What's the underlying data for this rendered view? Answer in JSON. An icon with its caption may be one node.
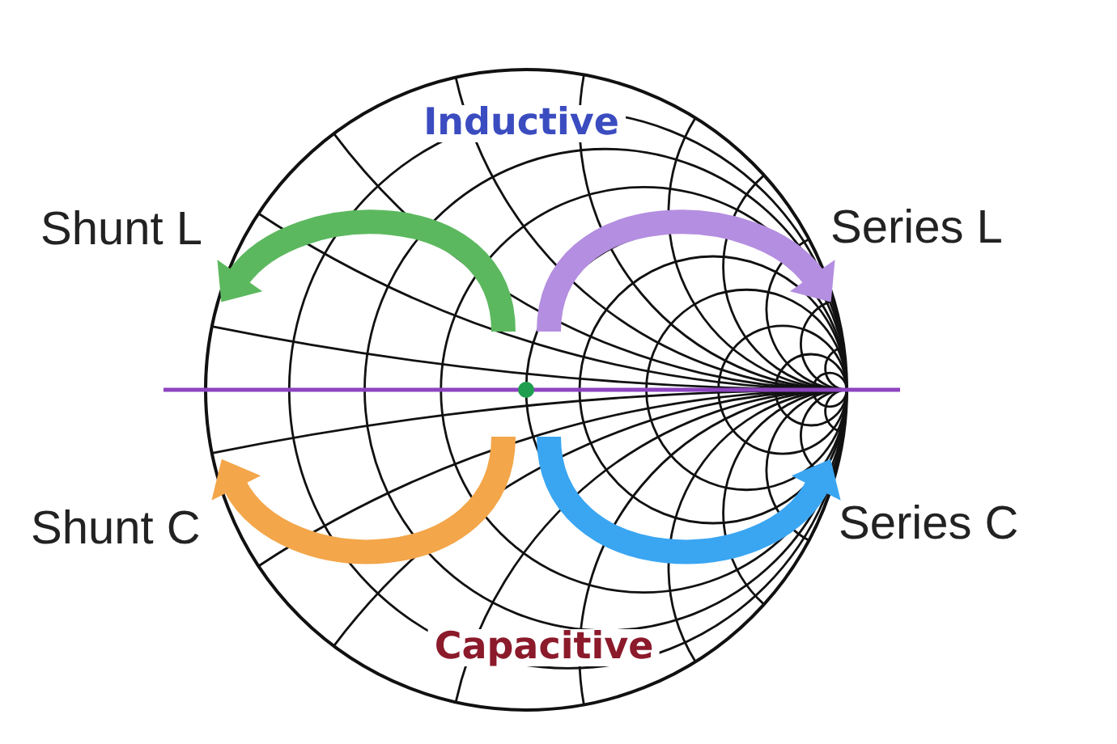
{
  "diagram": {
    "labels": [
      "Inductive",
      "Shunt L",
      "Series L",
      "Shunt C",
      "Series C",
      "Capacitive"
    ]
  }
}
